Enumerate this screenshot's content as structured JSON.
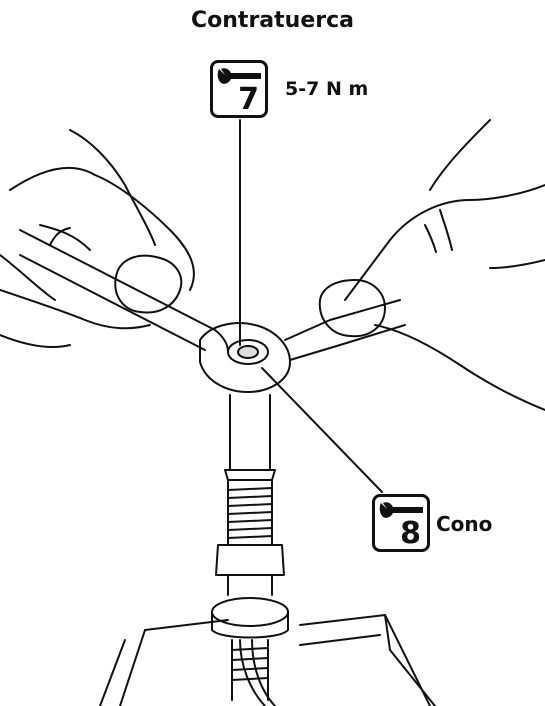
{
  "labels": {
    "locknut": "Contratuerca",
    "torque": "5-7 N m",
    "cone": "Cono"
  },
  "badges": {
    "locknut_tool_number": "7",
    "cone_tool_number": "8"
  },
  "icons": {
    "tool_icon": "wrench-icon"
  },
  "colors": {
    "line": "#111111",
    "background": "#ffffff"
  }
}
